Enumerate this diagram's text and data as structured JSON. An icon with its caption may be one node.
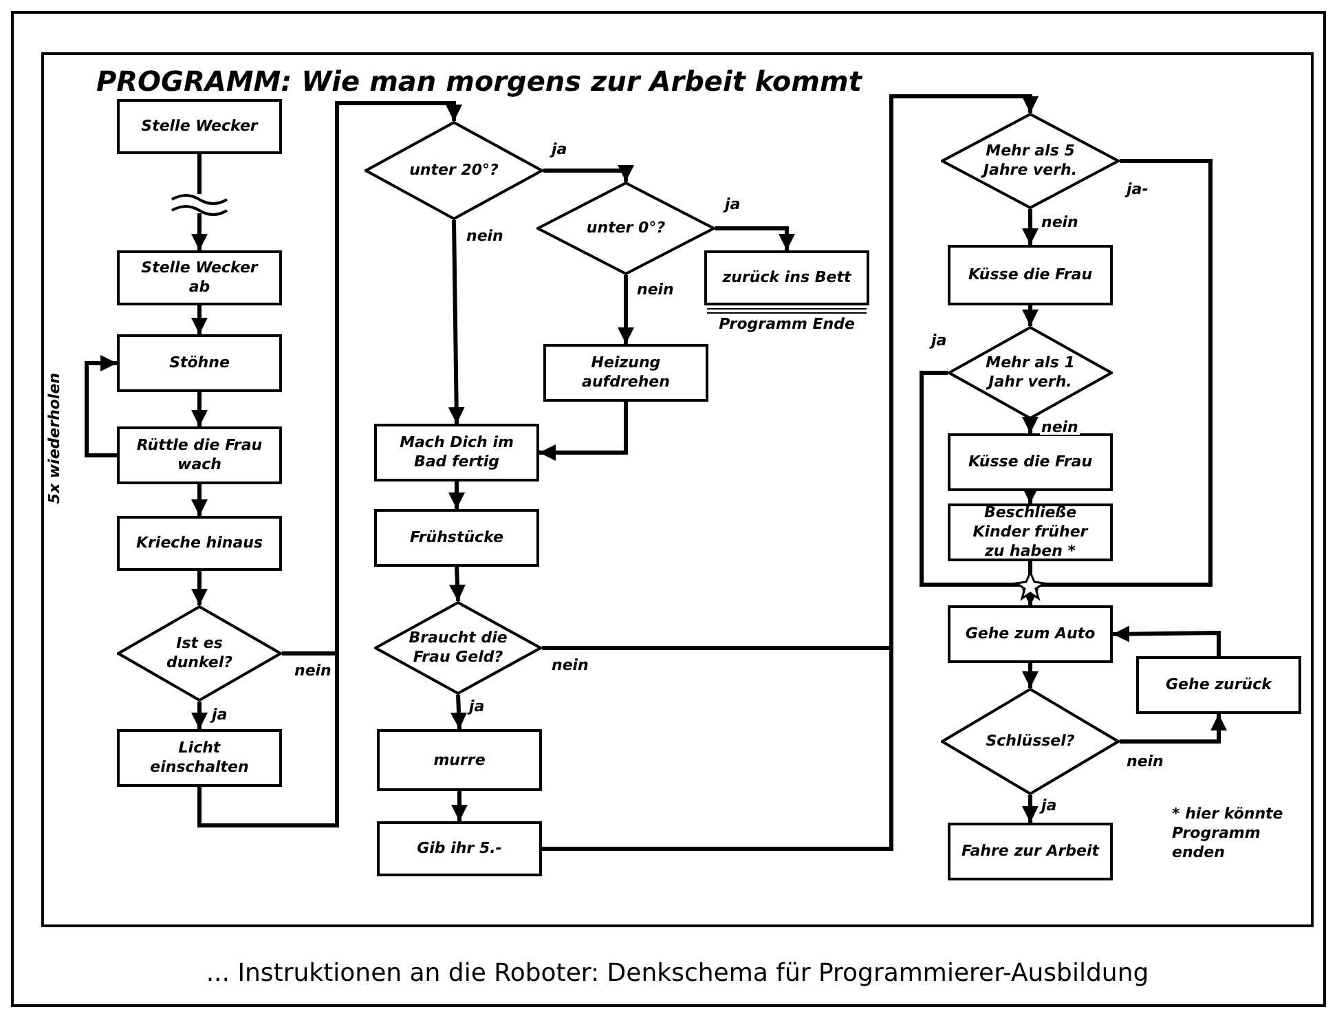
{
  "diagram": {
    "title": "PROGRAMM: Wie man morgens zur Arbeit kommt",
    "caption": "... Instruktionen an die Roboter: Denkschema für Programmierer-Ausbildung",
    "nodes": [
      {
        "text": [
          "Stelle Wecker"
        ]
      },
      {
        "text": [
          "Stelle Wecker ab"
        ]
      },
      {
        "text": [
          "Stöhne"
        ]
      },
      {
        "text": [
          "Rüttle die Frau wach"
        ]
      },
      {
        "text": [
          "Krieche hinaus"
        ]
      },
      {
        "text": [
          "Ist es dunkel?"
        ]
      },
      {
        "text": [
          "Licht einschalten"
        ]
      },
      {
        "text": [
          "unter 20°?"
        ]
      },
      {
        "text": [
          "unter 0°?"
        ]
      },
      {
        "text": [
          "zurück ins Bett"
        ],
        "beside": [
          "Programm Ende"
        ]
      },
      {
        "text": [
          "Heizung aufdrehen"
        ]
      },
      {
        "text": [
          "Mach Dich im Bad fertig"
        ]
      },
      {
        "text": [
          "Frühstücke"
        ]
      },
      {
        "text": [
          "Braucht die Frau Geld?"
        ]
      },
      {
        "text": [
          "murre"
        ]
      },
      {
        "text": [
          "Gib ihr 5.-"
        ]
      },
      {
        "text": [
          "Mehr als 5 Jahre verh."
        ]
      },
      {
        "text": [
          "Küsse die Frau"
        ]
      },
      {
        "text": [
          "Mehr als 1 Jahr verh."
        ]
      },
      {
        "text": [
          "Küsse die Frau"
        ]
      },
      {
        "text": [
          "Beschließe Kinder früher zu haben *"
        ]
      },
      {
        "text": [
          "Gehe zum Auto"
        ]
      },
      {
        "text": [
          "Schlüssel?"
        ]
      },
      {
        "text": [
          "Gehe zurück"
        ]
      },
      {
        "text": [
          "Fahre zur Arbeit"
        ]
      }
    ],
    "edges": [
      {
        "from": 0,
        "to": 1,
        "arrow": "to"
      },
      {
        "from": 1,
        "to": 2,
        "arrow": "to"
      },
      {
        "from": 2,
        "to": 3,
        "arrow": "to"
      },
      {
        "from": 3,
        "to": 2,
        "arrow": "to",
        "label": "5x wiederholen"
      },
      {
        "from": 3,
        "to": 4,
        "arrow": "to"
      },
      {
        "from": 4,
        "to": 5,
        "arrow": "to"
      },
      {
        "from": 5,
        "to": 6,
        "arrow": "to",
        "label": "ja"
      },
      {
        "from": 5,
        "to": 7,
        "arrow": "to",
        "label": "nein"
      },
      {
        "from": 6,
        "to": 7,
        "arrow": "to"
      },
      {
        "from": 7,
        "to": 8,
        "arrow": "to",
        "label": "ja"
      },
      {
        "from": 7,
        "to": 11,
        "arrow": "to",
        "label": "nein"
      },
      {
        "from": 8,
        "to": 9,
        "arrow": "to",
        "label": "ja"
      },
      {
        "from": 8,
        "to": 10,
        "arrow": "to",
        "label": "nein"
      },
      {
        "from": 10,
        "to": 11,
        "arrow": "to"
      },
      {
        "from": 11,
        "to": 12,
        "arrow": "to"
      },
      {
        "from": 12,
        "to": 13,
        "arrow": "to"
      },
      {
        "from": 13,
        "to": 14,
        "arrow": "to",
        "label": "ja"
      },
      {
        "from": 13,
        "to": 16,
        "arrow": "to",
        "label": "nein"
      },
      {
        "from": 14,
        "to": 15,
        "arrow": "to"
      },
      {
        "from": 15,
        "to": 16,
        "arrow": "to"
      },
      {
        "from": 16,
        "to": 17,
        "arrow": "to",
        "label": "nein"
      },
      {
        "from": 16,
        "to": 21,
        "arrow": "to",
        "label": "ja-"
      },
      {
        "from": 17,
        "to": 18,
        "arrow": "to"
      },
      {
        "from": 18,
        "to": 21,
        "arrow": "to",
        "label": "ja"
      },
      {
        "from": 18,
        "to": 19,
        "arrow": "to",
        "label": "nein"
      },
      {
        "from": 19,
        "to": 20,
        "arrow": "to"
      },
      {
        "from": 20,
        "to": 21,
        "arrow": "to"
      },
      {
        "from": 21,
        "to": 22,
        "arrow": "to"
      },
      {
        "from": 22,
        "to": 24,
        "arrow": "to",
        "label": "ja"
      },
      {
        "from": 22,
        "to": 23,
        "arrow": "to",
        "label": "nein"
      },
      {
        "from": 23,
        "to": 21,
        "arrow": "to"
      }
    ],
    "labels": [
      "* hier könnte Programm enden"
    ]
  }
}
